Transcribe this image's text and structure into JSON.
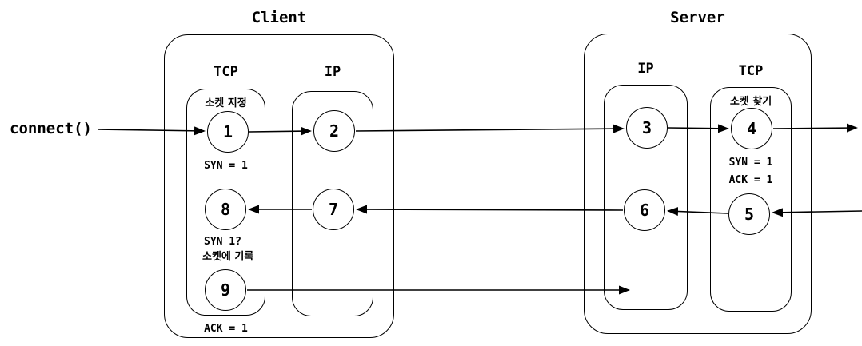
{
  "colors": {
    "stroke": "#000000",
    "background": "#ffffff"
  },
  "connect_label": "connect()",
  "client": {
    "title": "Client",
    "tcp": {
      "title": "TCP",
      "socket_assign_note": "소켓 지정",
      "syn_note": "SYN = 1",
      "syn_check_note": "SYN 1?",
      "socket_record_note": "소켓에 기록",
      "ack_note": "ACK = 1",
      "nodes": {
        "n1": "1",
        "n8": "8",
        "n9": "9"
      }
    },
    "ip": {
      "title": "IP",
      "nodes": {
        "n2": "2",
        "n7": "7"
      }
    }
  },
  "server": {
    "title": "Server",
    "ip": {
      "title": "IP",
      "nodes": {
        "n3": "3",
        "n6": "6"
      }
    },
    "tcp": {
      "title": "TCP",
      "socket_find_note": "소켓 찾기",
      "syn_note": "SYN = 1",
      "ack_note": "ACK = 1",
      "nodes": {
        "n4": "4",
        "n5": "5"
      }
    }
  }
}
